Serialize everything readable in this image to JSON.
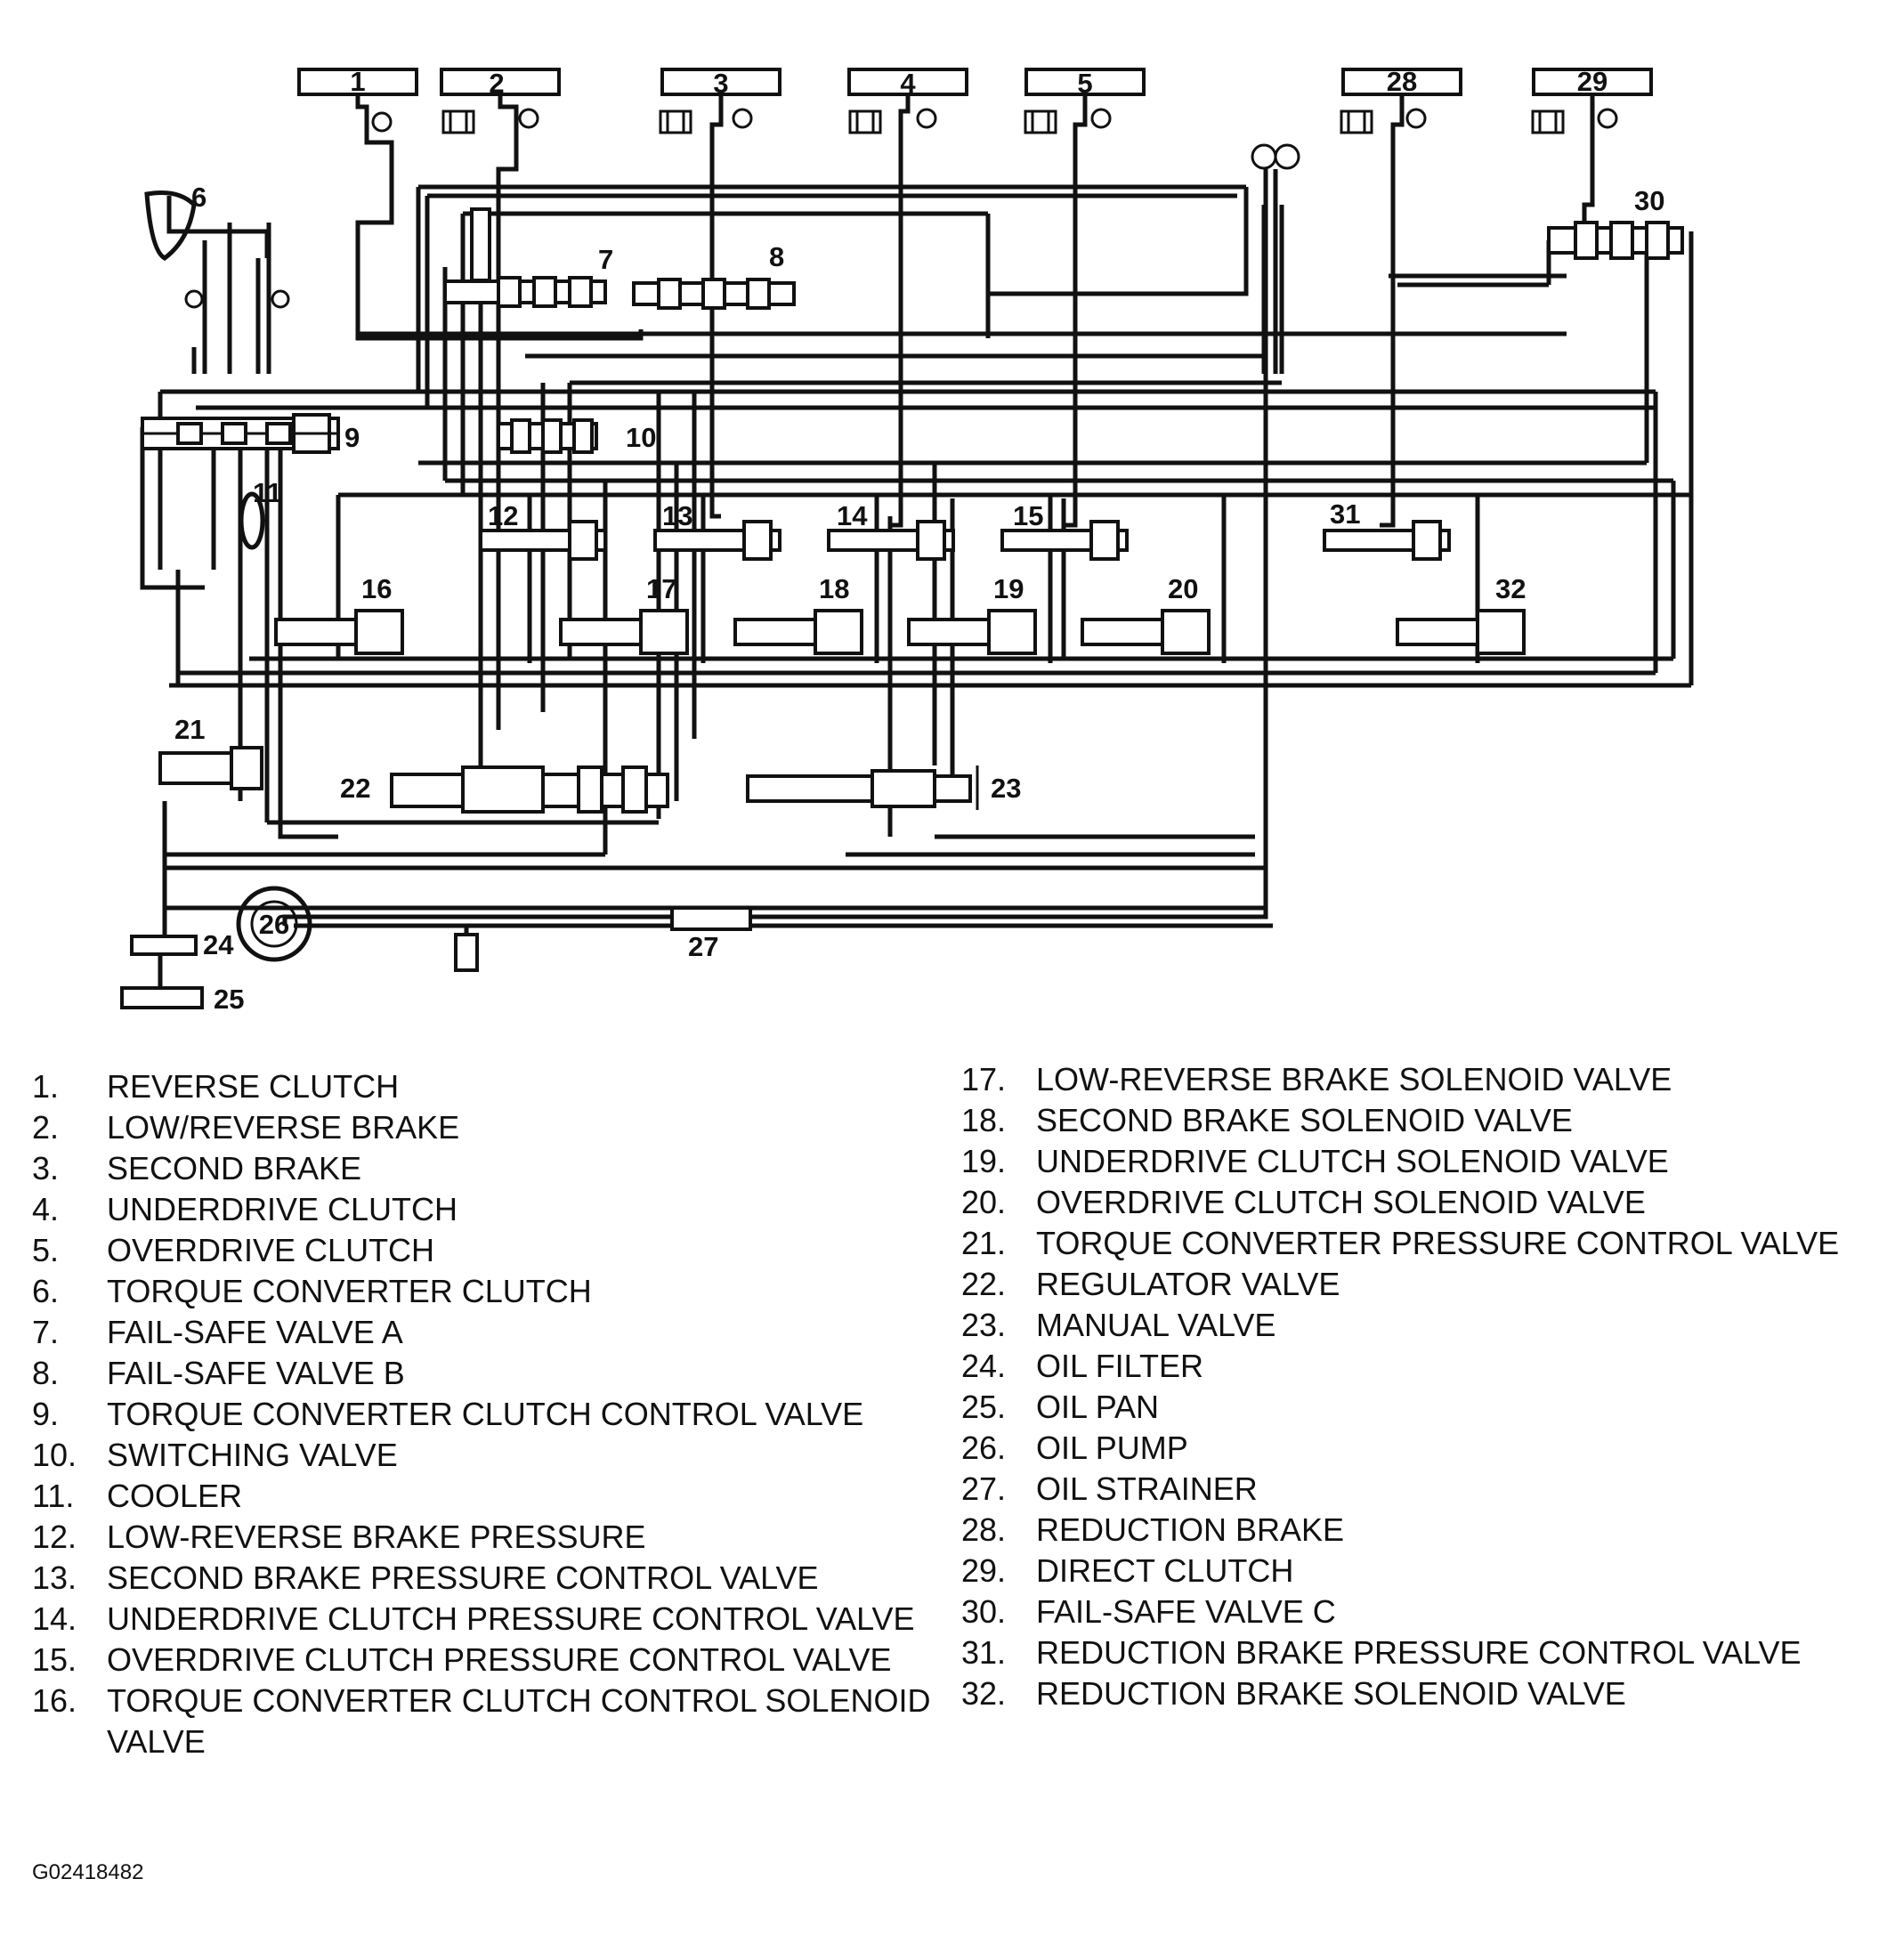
{
  "diagram": {
    "labels": [
      "1",
      "2",
      "3",
      "4",
      "5",
      "6",
      "7",
      "8",
      "9",
      "10",
      "11",
      "12",
      "13",
      "14",
      "15",
      "16",
      "17",
      "18",
      "19",
      "20",
      "21",
      "22",
      "23",
      "24",
      "25",
      "26",
      "27",
      "28",
      "29",
      "30",
      "31",
      "32"
    ]
  },
  "legend": {
    "left": [
      {
        "num": "1.",
        "text": "REVERSE CLUTCH"
      },
      {
        "num": "2.",
        "text": "LOW/REVERSE BRAKE"
      },
      {
        "num": "3.",
        "text": "SECOND BRAKE"
      },
      {
        "num": "4.",
        "text": "UNDERDRIVE CLUTCH"
      },
      {
        "num": "5.",
        "text": "OVERDRIVE CLUTCH"
      },
      {
        "num": "6.",
        "text": "TORQUE CONVERTER CLUTCH"
      },
      {
        "num": "7.",
        "text": "FAIL-SAFE VALVE A"
      },
      {
        "num": "8.",
        "text": "FAIL-SAFE VALVE B"
      },
      {
        "num": "9.",
        "text": "TORQUE CONVERTER CLUTCH CONTROL VALVE"
      },
      {
        "num": "10.",
        "text": "SWITCHING VALVE"
      },
      {
        "num": "11.",
        "text": "COOLER"
      },
      {
        "num": "12.",
        "text": "LOW-REVERSE BRAKE PRESSURE"
      },
      {
        "num": "13.",
        "text": "SECOND BRAKE PRESSURE CONTROL VALVE"
      },
      {
        "num": "14.",
        "text": "UNDERDRIVE CLUTCH PRESSURE CONTROL VALVE"
      },
      {
        "num": "15.",
        "text": "OVERDRIVE CLUTCH PRESSURE CONTROL VALVE"
      },
      {
        "num": "16.",
        "text": "TORQUE CONVERTER CLUTCH CONTROL SOLENOID VALVE"
      }
    ],
    "right": [
      {
        "num": "17.",
        "text": "LOW-REVERSE BRAKE SOLENOID VALVE"
      },
      {
        "num": "18.",
        "text": "SECOND BRAKE SOLENOID VALVE"
      },
      {
        "num": "19.",
        "text": "UNDERDRIVE CLUTCH SOLENOID VALVE"
      },
      {
        "num": "20.",
        "text": "OVERDRIVE CLUTCH SOLENOID VALVE"
      },
      {
        "num": "21.",
        "text": "TORQUE CONVERTER PRESSURE CONTROL VALVE"
      },
      {
        "num": "22.",
        "text": "REGULATOR VALVE"
      },
      {
        "num": "23.",
        "text": "MANUAL VALVE"
      },
      {
        "num": "24.",
        "text": "OIL FILTER"
      },
      {
        "num": "25.",
        "text": "OIL PAN"
      },
      {
        "num": "26.",
        "text": "OIL PUMP"
      },
      {
        "num": "27.",
        "text": "OIL STRAINER"
      },
      {
        "num": "28.",
        "text": "REDUCTION BRAKE"
      },
      {
        "num": "29.",
        "text": "DIRECT CLUTCH"
      },
      {
        "num": "30.",
        "text": "FAIL-SAFE VALVE C"
      },
      {
        "num": "31.",
        "text": "REDUCTION BRAKE PRESSURE CONTROL VALVE"
      },
      {
        "num": "32.",
        "text": "REDUCTION BRAKE SOLENOID VALVE"
      }
    ]
  },
  "figure_id": "G02418482"
}
